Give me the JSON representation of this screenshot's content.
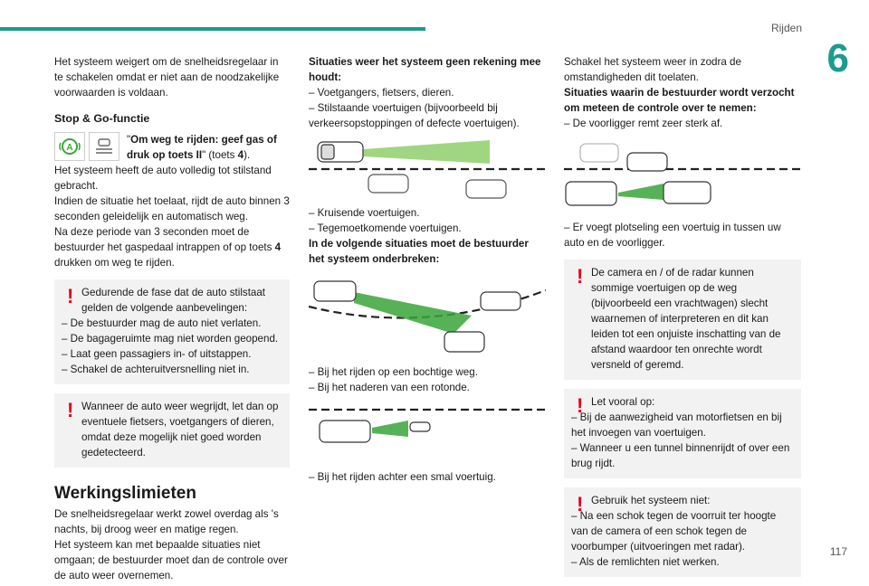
{
  "header": {
    "section": "Rijden",
    "chapter": "6",
    "page": "117"
  },
  "col1": {
    "intro": "Het systeem weigert om de snelheidsregelaar in te schakelen omdat er niet aan de noodzakelijke voorwaarden is voldaan.",
    "stopgo_heading": "Stop & Go-functie",
    "stopgo_cmd_quote_open": "\"",
    "stopgo_cmd_bold": "Om weg te rijden: geef gas of druk op toets II",
    "stopgo_cmd_rest": "\" (toets ",
    "stopgo_cmd_num": "4",
    "stopgo_cmd_end": ").",
    "stopgo_p1": "Het systeem heeft de auto volledig tot stilstand gebracht.",
    "stopgo_p2": "Indien de situatie het toelaat, rijdt de auto binnen 3 seconden geleidelijk en automatisch weg.",
    "stopgo_p3_a": "Na deze periode van 3 seconden moet de bestuurder het gaspedaal intrappen of op toets ",
    "stopgo_p3_num": "4",
    "stopgo_p3_b": " drukken om weg te rijden.",
    "note1_title": "Gedurende de fase dat de auto stilstaat gelden de volgende aanbevelingen:",
    "note1_items": [
      "– De bestuurder mag de auto niet verlaten.",
      "– De bagageruimte mag niet worden geopend.",
      "– Laat geen passagiers in- of uitstappen.",
      "– Schakel de achteruitversnelling niet in."
    ],
    "note2_title": "Wanneer de auto weer wegrijdt, let dan op eventuele fietsers, voetgangers of dieren, omdat deze mogelijk niet goed worden gedetecteerd.",
    "limits_heading": "Werkingslimieten",
    "limits_p1": "De snelheidsregelaar werkt zowel overdag als 's nachts, bij droog weer en matige regen.",
    "limits_p2": "Het systeem kan met bepaalde situaties niet omgaan; de bestuurder moet dan de controle over de auto weer overnemen."
  },
  "col2": {
    "h1": "Situaties weer het systeem geen rekening mee houdt:",
    "h1_items": [
      "– Voetgangers, fietsers, dieren.",
      "– Stilstaande voertuigen (bijvoorbeeld bij verkeersopstoppingen of defecte voertuigen)."
    ],
    "after_ill1": [
      "– Kruisende voertuigen.",
      "– Tegemoetkomende voertuigen."
    ],
    "h2": "In de volgende situaties moet de bestuurder het systeem onderbreken:",
    "after_ill2": [
      "– Bij het rijden op een bochtige weg.",
      "– Bij het naderen van een rotonde."
    ],
    "after_ill3": [
      "– Bij het rijden achter een smal voertuig."
    ]
  },
  "col3": {
    "p1": "Schakel het systeem weer in zodra de omstandigheden dit toelaten.",
    "h1": "Situaties waarin de bestuurder wordt verzocht om meteen de controle over te nemen:",
    "h1_items": [
      "– De voorligger remt zeer sterk af."
    ],
    "after_ill": [
      "– Er voegt plotseling een voertuig in tussen uw auto en de voorligger."
    ],
    "note1": "De camera en / of de radar kunnen sommige voertuigen op de weg (bijvoorbeeld een vrachtwagen) slecht waarnemen of interpreteren en dit kan leiden tot een onjuiste inschatting van de afstand waardoor ten onrechte wordt versneld of geremd.",
    "note2_title": "Let vooral op:",
    "note2_items": [
      "– Bij de aanwezigheid van motorfietsen en bij het invoegen van voertuigen.",
      "– Wanneer u een tunnel binnenrijdt of over een brug rijdt."
    ],
    "note3_title": "Gebruik het systeem niet:",
    "note3_items": [
      "– Na een schok tegen de voorruit ter hoogte van de camera of een schok tegen de voorbumper (uitvoeringen met radar).",
      "– Als de remlichten niet werken."
    ]
  },
  "colors": {
    "accent": "#1b9c8c",
    "warning": "#e3001b",
    "beam": "#3aa53a"
  }
}
